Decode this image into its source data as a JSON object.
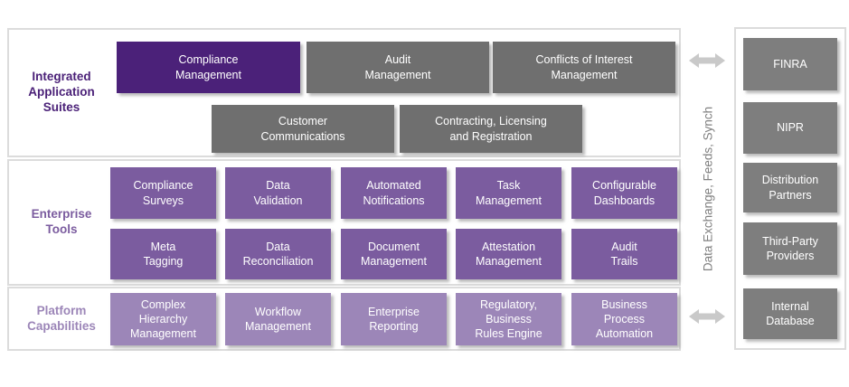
{
  "sections": [
    {
      "label": "Integrated\nApplication\nSuites",
      "boxes": [
        {
          "label": "Compliance\nManagement"
        },
        {
          "label": "Audit\nManagement"
        },
        {
          "label": "Conflicts of Interest\nManagement"
        },
        {
          "label": "Customer\nCommunications"
        },
        {
          "label": "Contracting, Licensing\nand Registration"
        }
      ]
    },
    {
      "label": "Enterprise\nTools",
      "boxes": [
        {
          "label": "Compliance\nSurveys"
        },
        {
          "label": "Data\nValidation"
        },
        {
          "label": "Automated\nNotifications"
        },
        {
          "label": "Task\nManagement"
        },
        {
          "label": "Configurable\nDashboards"
        },
        {
          "label": "Meta\nTagging"
        },
        {
          "label": "Data\nReconciliation"
        },
        {
          "label": "Document\nManagement"
        },
        {
          "label": "Attestation\nManagement"
        },
        {
          "label": "Audit\nTrails"
        }
      ]
    },
    {
      "label": "Platform\nCapabilities",
      "boxes": [
        {
          "label": "Complex\nHierarchy\nManagement"
        },
        {
          "label": "Workflow\nManagement"
        },
        {
          "label": "Enterprise\nReporting"
        },
        {
          "label": "Regulatory,\nBusiness\nRules Engine"
        },
        {
          "label": "Business\nProcess\nAutomation"
        }
      ]
    }
  ],
  "connector": {
    "label": "Data Exchange, Feeds, Synch",
    "arrow_icon": "double-headed-horizontal-arrow"
  },
  "external_systems": {
    "items": [
      {
        "label": "FINRA"
      },
      {
        "label": "NIPR"
      },
      {
        "label": "Distribution\nPartners"
      },
      {
        "label": "Third-Party\nProviders"
      },
      {
        "label": "Internal\nDatabase"
      }
    ]
  },
  "colors": {
    "dark_purple": "#4b2179",
    "mid_purple": "#7b5c9f",
    "light_purple": "#9c86b8",
    "suite_gray": "#6f6f6f",
    "external_gray": "#7e7e7e",
    "connector_text_gray": "#808080",
    "arrow_gray": "#c9c9c9",
    "panel_border": "#dcdcdc"
  }
}
